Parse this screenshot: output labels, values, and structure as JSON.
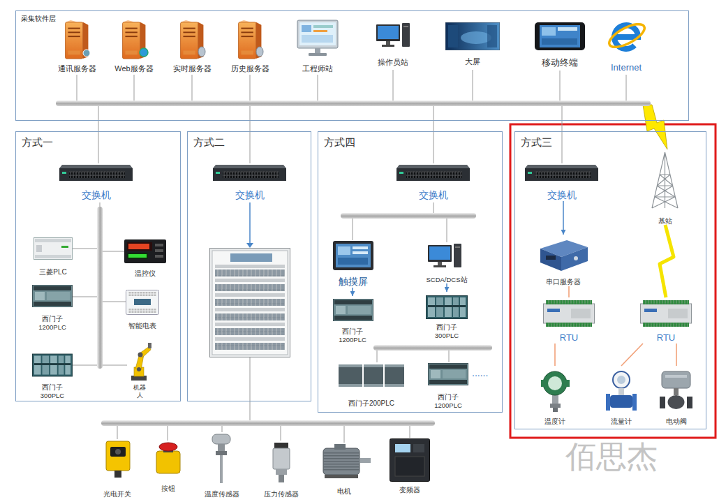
{
  "diagram": {
    "nodes": [
      {
        "text": [
          "采集软件层"
        ]
      },
      {
        "text": [
          "通讯服务器"
        ],
        "in": 0
      },
      {
        "text": [
          "Web服务器"
        ],
        "in": 0
      },
      {
        "text": [
          "实时服务器"
        ],
        "in": 0
      },
      {
        "text": [
          "历史服务器"
        ],
        "in": 0
      },
      {
        "text": [
          "工程师站"
        ],
        "in": 0
      },
      {
        "text": [
          "操作员站"
        ],
        "in": 0
      },
      {
        "text": [
          "大屏"
        ],
        "in": 0
      },
      {
        "text": [
          "移动终端"
        ],
        "in": 0
      },
      {
        "text": [
          "Internet"
        ],
        "in": 0
      },
      {
        "text": [
          "方式一"
        ]
      },
      {
        "text": [
          "交换机"
        ],
        "in": 10
      },
      {
        "text": [
          "三菱PLC"
        ],
        "in": 10
      },
      {
        "text": [
          "温控仪"
        ],
        "in": 10
      },
      {
        "text": [
          "西门子 1200PLC"
        ],
        "in": 10
      },
      {
        "text": [
          "智能电表"
        ],
        "in": 10
      },
      {
        "text": [
          "西门子 300PLC"
        ],
        "in": 10
      },
      {
        "text": [
          "机器人"
        ],
        "in": 10
      },
      {
        "text": [
          "方式二"
        ]
      },
      {
        "text": [
          "交换机"
        ],
        "in": 18
      },
      {
        "text": [
          "方式四"
        ]
      },
      {
        "text": [
          "交换机"
        ],
        "in": 20
      },
      {
        "text": [
          "触摸屏"
        ],
        "in": 20
      },
      {
        "text": [
          "SCDA/DCS站"
        ],
        "in": 20
      },
      {
        "text": [
          "西门子 1200PLC"
        ],
        "in": 20
      },
      {
        "text": [
          "西门子 300PLC"
        ],
        "in": 20
      },
      {
        "text": [
          "西门子200PLC"
        ],
        "in": 20
      },
      {
        "text": [
          "西门子 1200PLC"
        ],
        "in": 20
      },
      {
        "text": [
          "方式三"
        ]
      },
      {
        "text": [
          "交换机"
        ],
        "in": 28
      },
      {
        "text": [
          "基站"
        ],
        "in": 28
      },
      {
        "text": [
          "串口服务器"
        ],
        "in": 28
      },
      {
        "text": [
          "RTU"
        ],
        "in": 28
      },
      {
        "text": [
          "RTU"
        ],
        "in": 28
      },
      {
        "text": [
          "温度计"
        ],
        "in": 28
      },
      {
        "text": [
          "流量计"
        ],
        "in": 28
      },
      {
        "text": [
          "电动阀"
        ],
        "in": 28
      },
      {
        "text": [
          "光电开关"
        ]
      },
      {
        "text": [
          "按钮"
        ]
      },
      {
        "text": [
          "温度传感器"
        ]
      },
      {
        "text": [
          "压力传感器"
        ]
      },
      {
        "text": [
          "电机"
        ]
      },
      {
        "text": [
          "变频器"
        ]
      }
    ],
    "edges": [
      {
        "from": 29,
        "to": 31,
        "arrow": "to"
      },
      {
        "from": 31,
        "to": 32,
        "arrow": "none"
      },
      {
        "from": 32,
        "to": 34,
        "arrow": "none"
      },
      {
        "from": 30,
        "to": 33,
        "arrow": "none"
      },
      {
        "from": 33,
        "to": 35,
        "arrow": "none"
      },
      {
        "from": 33,
        "to": 36,
        "arrow": "none"
      },
      {
        "from": 22,
        "to": 24,
        "arrow": "to"
      },
      {
        "from": 23,
        "to": 25,
        "arrow": "to"
      }
    ],
    "labels": [
      "......",
      "佰思杰"
    ]
  }
}
